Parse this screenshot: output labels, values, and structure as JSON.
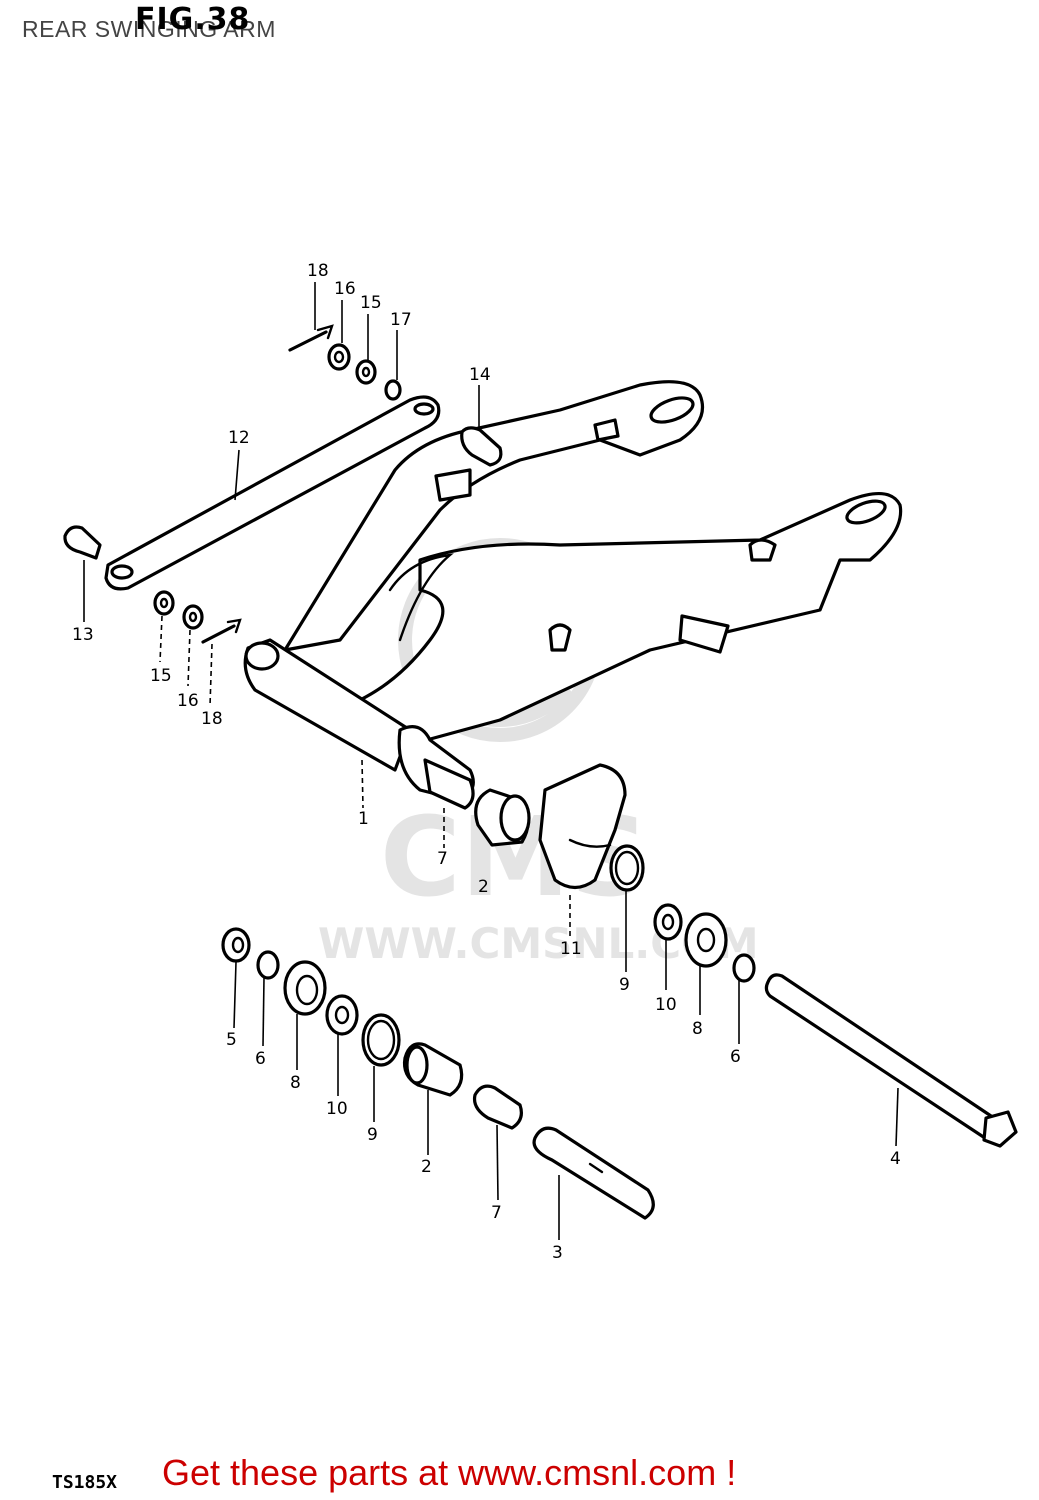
{
  "header": {
    "title": "REAR SWINGING ARM",
    "fig_label": "FIG.38"
  },
  "footer": {
    "model": "TS185X",
    "promo": "Get these parts at www.cmsnl.com !"
  },
  "watermark": {
    "url": "WWW.CMSNL.COM",
    "logo_text": "CMS"
  },
  "callouts": {
    "c1": "1",
    "c2a": "2",
    "c2b": "2",
    "c3": "3",
    "c4": "4",
    "c5": "5",
    "c6a": "6",
    "c6b": "6",
    "c7a": "7",
    "c7b": "7",
    "c8a": "8",
    "c8b": "8",
    "c9a": "9",
    "c9b": "9",
    "c10a": "10",
    "c10b": "10",
    "c11": "11",
    "c12": "12",
    "c13": "13",
    "c14": "14",
    "c15a": "15",
    "c15b": "15",
    "c16a": "16",
    "c16b": "16",
    "c17": "17",
    "c18a": "18",
    "c18b": "18"
  },
  "colors": {
    "promo": "#cc0000",
    "line": "#000000",
    "watermark": "#e2e2e2"
  }
}
